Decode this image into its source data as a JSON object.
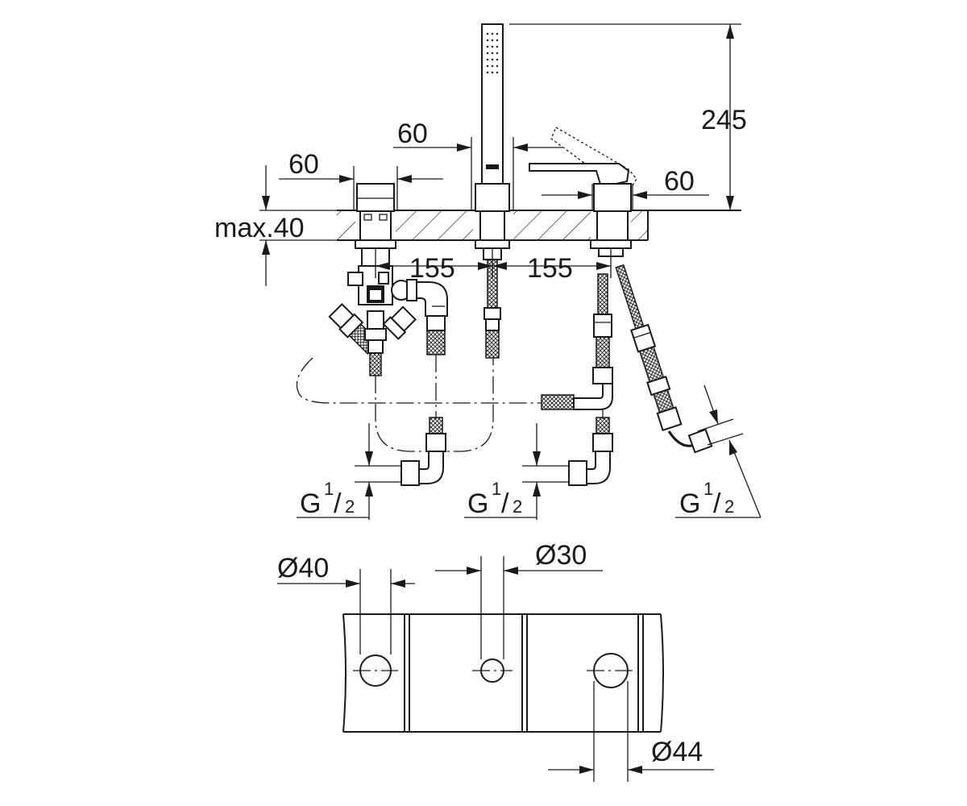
{
  "dimensions": {
    "height_total": "245",
    "spout_width": "60",
    "left_valve_width": "60",
    "right_valve_width": "60",
    "deck_thickness": "max.40",
    "spacing_left": "155",
    "spacing_right": "155",
    "thread_1_main": "G",
    "thread_1_num": "1",
    "thread_1_slash": "/",
    "thread_1_den": "2",
    "thread_2_main": "G",
    "thread_2_num": "1",
    "thread_2_slash": "/",
    "thread_2_den": "2",
    "thread_3_main": "G",
    "thread_3_num": "1",
    "thread_3_slash": "/",
    "thread_3_den": "2",
    "hole_left": "Ø40",
    "hole_center": "Ø30",
    "hole_right": "Ø44"
  }
}
